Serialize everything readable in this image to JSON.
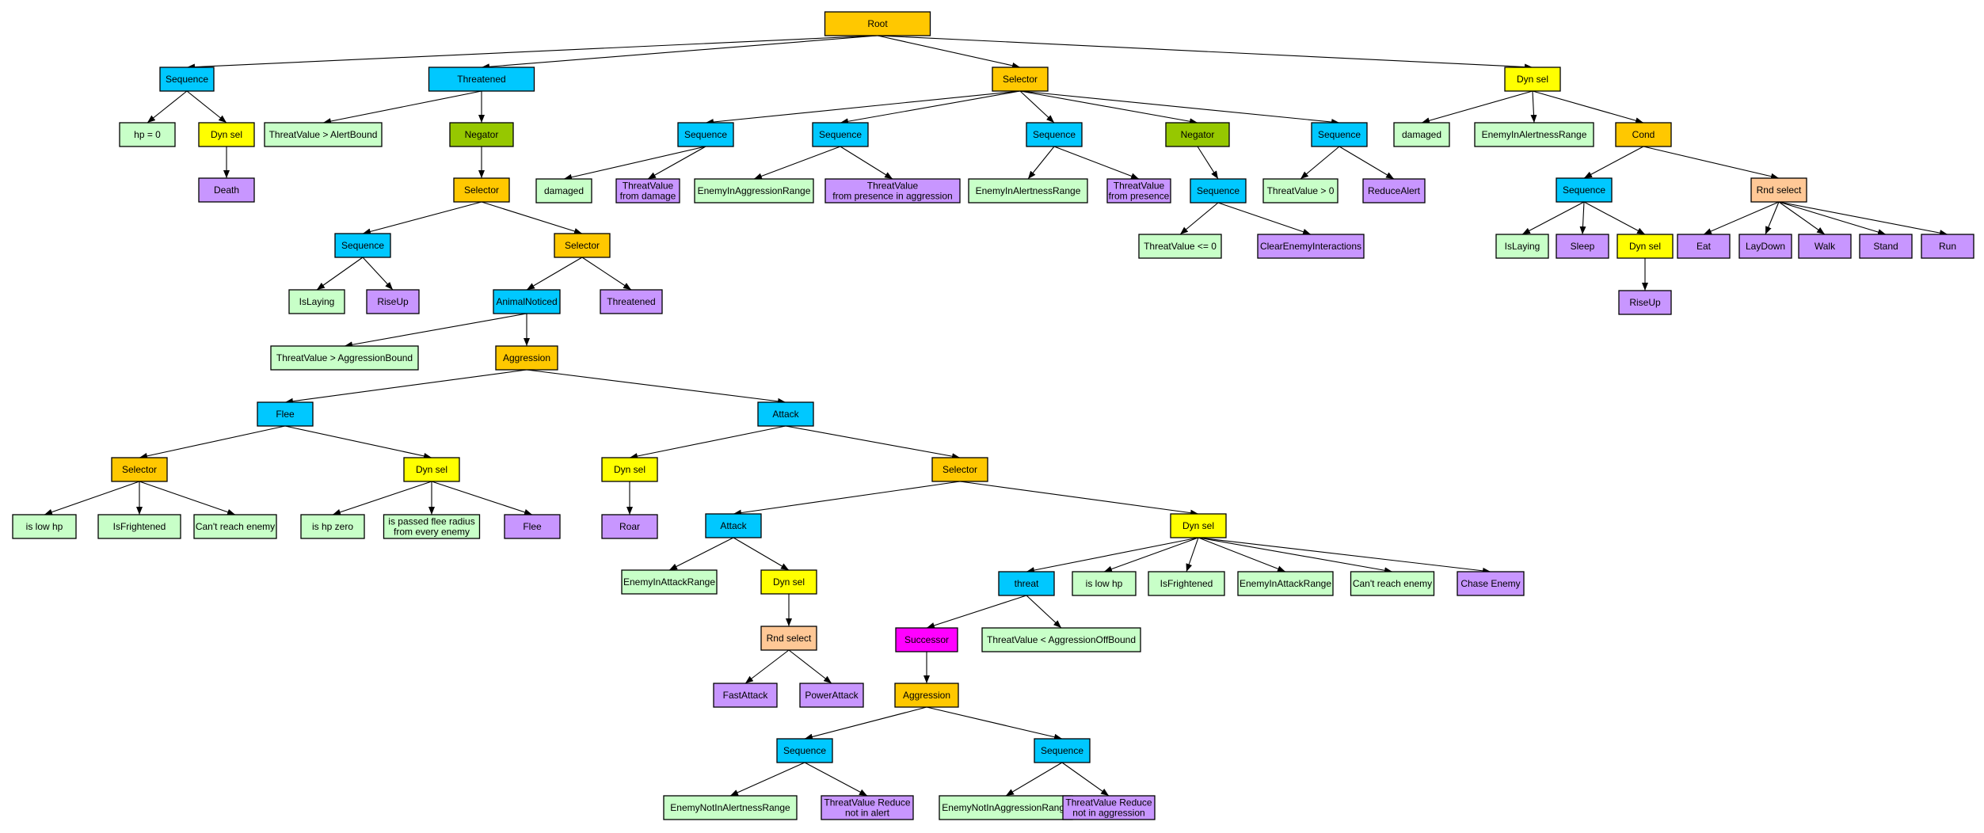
{
  "colors": {
    "root": "#ffc800",
    "sequence": "#00c8ff",
    "selector": "#ffc800",
    "dyn_sel": "#ffff00",
    "negator": "#96c800",
    "condition": "#c8ffc8",
    "action": "#c896ff",
    "rnd_select": "#ffc896",
    "successor": "#ff00ff",
    "edge": "#000000"
  },
  "nodes": [
    {
      "id": "root",
      "type": "root",
      "label": "Root"
    },
    {
      "id": "seq1",
      "type": "sequence",
      "label": "Sequence"
    },
    {
      "id": "hp0",
      "type": "condition",
      "label": "hp = 0"
    },
    {
      "id": "dyn1",
      "type": "dyn_sel",
      "label": "Dyn sel"
    },
    {
      "id": "death",
      "type": "action",
      "label": "Death"
    },
    {
      "id": "threatened",
      "type": "sequence",
      "label": "Threatened"
    },
    {
      "id": "tvab",
      "type": "condition",
      "label": "ThreatValue > AlertBound"
    },
    {
      "id": "neg1",
      "type": "negator",
      "label": "Negator"
    },
    {
      "id": "sel2",
      "type": "selector",
      "label": "Selector"
    },
    {
      "id": "seq2",
      "type": "sequence",
      "label": "Sequence"
    },
    {
      "id": "islaying1",
      "type": "condition",
      "label": "IsLaying"
    },
    {
      "id": "riseup1",
      "type": "action",
      "label": "RiseUp"
    },
    {
      "id": "sel3",
      "type": "selector",
      "label": "Selector"
    },
    {
      "id": "animal",
      "type": "sequence",
      "label": "AnimalNoticed"
    },
    {
      "id": "threatenedAct",
      "type": "action",
      "label": "Threatened"
    },
    {
      "id": "tvagg",
      "type": "condition",
      "label": "ThreatValue > AggressionBound"
    },
    {
      "id": "aggr1",
      "type": "selector",
      "label": "Aggression"
    },
    {
      "id": "flee",
      "type": "sequence",
      "label": "Flee"
    },
    {
      "id": "selF",
      "type": "selector",
      "label": "Selector"
    },
    {
      "id": "islowhp1",
      "type": "condition",
      "label": "is low hp"
    },
    {
      "id": "isfright1",
      "type": "condition",
      "label": "IsFrightened"
    },
    {
      "id": "cantreach1",
      "type": "condition",
      "label": "Can't reach enemy"
    },
    {
      "id": "dynF",
      "type": "dyn_sel",
      "label": "Dyn sel"
    },
    {
      "id": "ishpzero",
      "type": "condition",
      "label": "is hp zero"
    },
    {
      "id": "passed",
      "type": "condition",
      "label": "is passed flee radius\nfrom every enemy"
    },
    {
      "id": "fleeAct",
      "type": "action",
      "label": "Flee"
    },
    {
      "id": "attack1",
      "type": "sequence",
      "label": "Attack"
    },
    {
      "id": "dynA",
      "type": "dyn_sel",
      "label": "Dyn sel"
    },
    {
      "id": "roar",
      "type": "action",
      "label": "Roar"
    },
    {
      "id": "selA",
      "type": "selector",
      "label": "Selector"
    },
    {
      "id": "attack2",
      "type": "sequence",
      "label": "Attack"
    },
    {
      "id": "eiar1",
      "type": "condition",
      "label": "EnemyInAttackRange"
    },
    {
      "id": "dynB",
      "type": "dyn_sel",
      "label": "Dyn sel"
    },
    {
      "id": "rnd1",
      "type": "rnd_select",
      "label": "Rnd select"
    },
    {
      "id": "fast",
      "type": "action",
      "label": "FastAttack"
    },
    {
      "id": "power",
      "type": "action",
      "label": "PowerAttack"
    },
    {
      "id": "dynC",
      "type": "dyn_sel",
      "label": "Dyn sel"
    },
    {
      "id": "threat",
      "type": "sequence",
      "label": "threat"
    },
    {
      "id": "successor",
      "type": "successor",
      "label": "Successor"
    },
    {
      "id": "aggr2",
      "type": "selector",
      "label": "Aggression"
    },
    {
      "id": "seqE",
      "type": "sequence",
      "label": "Sequence"
    },
    {
      "id": "enial",
      "type": "condition",
      "label": "EnemyNotInAlertnessRange"
    },
    {
      "id": "tvrna",
      "type": "action",
      "label": "ThreatValue Reduce\nnot in alert"
    },
    {
      "id": "seqF",
      "type": "sequence",
      "label": "Sequence"
    },
    {
      "id": "eniag",
      "type": "condition",
      "label": "EnemyNotInAggressionRange"
    },
    {
      "id": "tvrnag",
      "type": "action",
      "label": "ThreatValue Reduce\nnot in aggression"
    },
    {
      "id": "tvaob",
      "type": "condition",
      "label": "ThreatValue < AggressionOffBound"
    },
    {
      "id": "islowhp2",
      "type": "condition",
      "label": "is low hp"
    },
    {
      "id": "isfright2",
      "type": "condition",
      "label": "IsFrightened"
    },
    {
      "id": "eiar2",
      "type": "condition",
      "label": "EnemyInAttackRange"
    },
    {
      "id": "cantreach2",
      "type": "condition",
      "label": "Can't reach enemy"
    },
    {
      "id": "chase",
      "type": "action",
      "label": "Chase Enemy"
    },
    {
      "id": "sel1",
      "type": "selector",
      "label": "Selector"
    },
    {
      "id": "seqA",
      "type": "sequence",
      "label": "Sequence"
    },
    {
      "id": "damaged1",
      "type": "condition",
      "label": "damaged"
    },
    {
      "id": "tvfd",
      "type": "action",
      "label": "ThreatValue\nfrom damage"
    },
    {
      "id": "seqB",
      "type": "sequence",
      "label": "Sequence"
    },
    {
      "id": "eiagr",
      "type": "condition",
      "label": "EnemyInAggressionRange"
    },
    {
      "id": "tvfpa",
      "type": "action",
      "label": "ThreatValue\nfrom presence in aggression"
    },
    {
      "id": "seqC",
      "type": "sequence",
      "label": "Sequence"
    },
    {
      "id": "eialr1",
      "type": "condition",
      "label": "EnemyInAlertnessRange"
    },
    {
      "id": "tvfp",
      "type": "action",
      "label": "ThreatValue\nfrom presence"
    },
    {
      "id": "neg2",
      "type": "negator",
      "label": "Negator"
    },
    {
      "id": "seqG",
      "type": "sequence",
      "label": "Sequence"
    },
    {
      "id": "tvle0",
      "type": "condition",
      "label": "ThreatValue <= 0"
    },
    {
      "id": "clear",
      "type": "action",
      "label": "ClearEnemyInteractions"
    },
    {
      "id": "seqD",
      "type": "sequence",
      "label": "Sequence"
    },
    {
      "id": "tvgt0",
      "type": "condition",
      "label": "ThreatValue > 0"
    },
    {
      "id": "reduce",
      "type": "action",
      "label": "ReduceAlert"
    },
    {
      "id": "dynR",
      "type": "dyn_sel",
      "label": "Dyn sel"
    },
    {
      "id": "damaged2",
      "type": "condition",
      "label": "damaged"
    },
    {
      "id": "eialr2",
      "type": "condition",
      "label": "EnemyInAlertnessRange"
    },
    {
      "id": "cond",
      "type": "selector",
      "label": "Cond"
    },
    {
      "id": "seqH",
      "type": "sequence",
      "label": "Sequence"
    },
    {
      "id": "islaying2",
      "type": "condition",
      "label": "IsLaying"
    },
    {
      "id": "sleep",
      "type": "action",
      "label": "Sleep"
    },
    {
      "id": "dynH",
      "type": "dyn_sel",
      "label": "Dyn sel"
    },
    {
      "id": "riseup2",
      "type": "action",
      "label": "RiseUp"
    },
    {
      "id": "rnd2",
      "type": "rnd_select",
      "label": "Rnd select"
    },
    {
      "id": "eat",
      "type": "action",
      "label": "Eat"
    },
    {
      "id": "laydown",
      "type": "action",
      "label": "LayDown"
    },
    {
      "id": "walk",
      "type": "action",
      "label": "Walk"
    },
    {
      "id": "stand",
      "type": "action",
      "label": "Stand"
    },
    {
      "id": "run",
      "type": "action",
      "label": "Run"
    }
  ],
  "edges": [
    [
      "root",
      "seq1"
    ],
    [
      "root",
      "threatened"
    ],
    [
      "root",
      "sel1"
    ],
    [
      "root",
      "dynR"
    ],
    [
      "seq1",
      "hp0"
    ],
    [
      "seq1",
      "dyn1"
    ],
    [
      "dyn1",
      "death"
    ],
    [
      "threatened",
      "tvab"
    ],
    [
      "threatened",
      "neg1"
    ],
    [
      "neg1",
      "sel2"
    ],
    [
      "sel2",
      "seq2"
    ],
    [
      "sel2",
      "sel3"
    ],
    [
      "seq2",
      "islaying1"
    ],
    [
      "seq2",
      "riseup1"
    ],
    [
      "sel3",
      "animal"
    ],
    [
      "sel3",
      "threatenedAct"
    ],
    [
      "animal",
      "tvagg"
    ],
    [
      "animal",
      "aggr1"
    ],
    [
      "aggr1",
      "flee"
    ],
    [
      "aggr1",
      "attack1"
    ],
    [
      "flee",
      "selF"
    ],
    [
      "flee",
      "dynF"
    ],
    [
      "selF",
      "islowhp1"
    ],
    [
      "selF",
      "isfright1"
    ],
    [
      "selF",
      "cantreach1"
    ],
    [
      "dynF",
      "ishpzero"
    ],
    [
      "dynF",
      "passed"
    ],
    [
      "dynF",
      "fleeAct"
    ],
    [
      "attack1",
      "dynA"
    ],
    [
      "attack1",
      "selA"
    ],
    [
      "dynA",
      "roar"
    ],
    [
      "selA",
      "attack2"
    ],
    [
      "selA",
      "dynC"
    ],
    [
      "attack2",
      "eiar1"
    ],
    [
      "attack2",
      "dynB"
    ],
    [
      "dynB",
      "rnd1"
    ],
    [
      "rnd1",
      "fast"
    ],
    [
      "rnd1",
      "power"
    ],
    [
      "dynC",
      "threat"
    ],
    [
      "dynC",
      "islowhp2"
    ],
    [
      "dynC",
      "isfright2"
    ],
    [
      "dynC",
      "eiar2"
    ],
    [
      "dynC",
      "cantreach2"
    ],
    [
      "dynC",
      "chase"
    ],
    [
      "threat",
      "successor"
    ],
    [
      "threat",
      "tvaob"
    ],
    [
      "successor",
      "aggr2"
    ],
    [
      "aggr2",
      "seqE"
    ],
    [
      "aggr2",
      "seqF"
    ],
    [
      "seqE",
      "enial"
    ],
    [
      "seqE",
      "tvrna"
    ],
    [
      "seqF",
      "eniag"
    ],
    [
      "seqF",
      "tvrnag"
    ],
    [
      "sel1",
      "seqA"
    ],
    [
      "sel1",
      "seqB"
    ],
    [
      "sel1",
      "seqC"
    ],
    [
      "sel1",
      "neg2"
    ],
    [
      "sel1",
      "seqD"
    ],
    [
      "seqA",
      "damaged1"
    ],
    [
      "seqA",
      "tvfd"
    ],
    [
      "seqB",
      "eiagr"
    ],
    [
      "seqB",
      "tvfpa"
    ],
    [
      "seqC",
      "eialr1"
    ],
    [
      "seqC",
      "tvfp"
    ],
    [
      "neg2",
      "seqG"
    ],
    [
      "seqG",
      "tvle0"
    ],
    [
      "seqG",
      "clear"
    ],
    [
      "seqD",
      "tvgt0"
    ],
    [
      "seqD",
      "reduce"
    ],
    [
      "dynR",
      "damaged2"
    ],
    [
      "dynR",
      "eialr2"
    ],
    [
      "dynR",
      "cond"
    ],
    [
      "cond",
      "seqH"
    ],
    [
      "cond",
      "rnd2"
    ],
    [
      "seqH",
      "islaying2"
    ],
    [
      "seqH",
      "sleep"
    ],
    [
      "seqH",
      "dynH"
    ],
    [
      "dynH",
      "riseup2"
    ],
    [
      "rnd2",
      "eat"
    ],
    [
      "rnd2",
      "laydown"
    ],
    [
      "rnd2",
      "walk"
    ],
    [
      "rnd2",
      "stand"
    ],
    [
      "rnd2",
      "run"
    ]
  ]
}
